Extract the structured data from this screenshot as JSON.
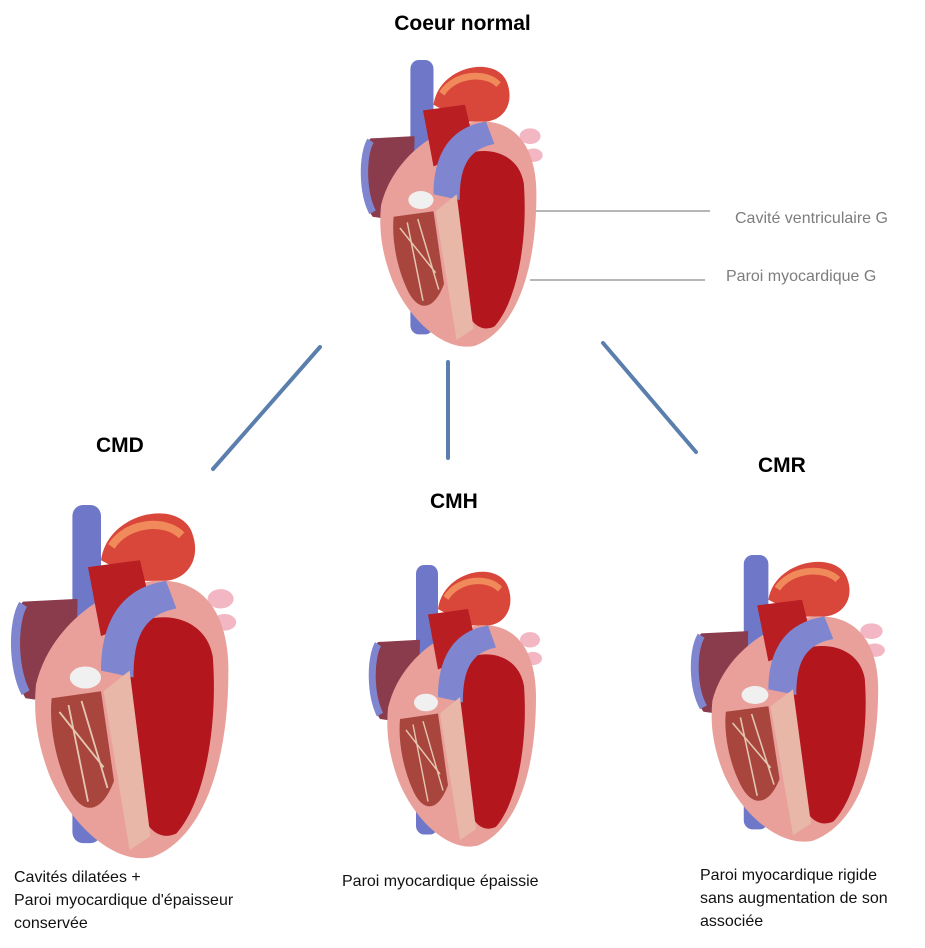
{
  "top": {
    "title": "Coeur normal"
  },
  "annotations": {
    "lv_cavity": "Cavité ventriculaire G",
    "lv_wall": "Paroi myocardique G"
  },
  "branches": [
    {
      "title": "CMD",
      "caption_lines": [
        "Cavités dilatées +",
        "Paroi myocardique d'épaisseur",
        "conservée"
      ]
    },
    {
      "title": "CMH",
      "caption_lines": [
        "Paroi myocardique épaissie"
      ]
    },
    {
      "title": "CMR",
      "caption_lines": [
        "Paroi myocardique rigide",
        "sans augmentation de son",
        "associée"
      ]
    }
  ],
  "colors": {
    "connector": "#5b7fad",
    "leader_line": "#8a8a8a",
    "myocardium": "#e9a09a",
    "cavity": "#b3161d",
    "vein": "#7f86cf",
    "aorta": "#d9463a"
  }
}
